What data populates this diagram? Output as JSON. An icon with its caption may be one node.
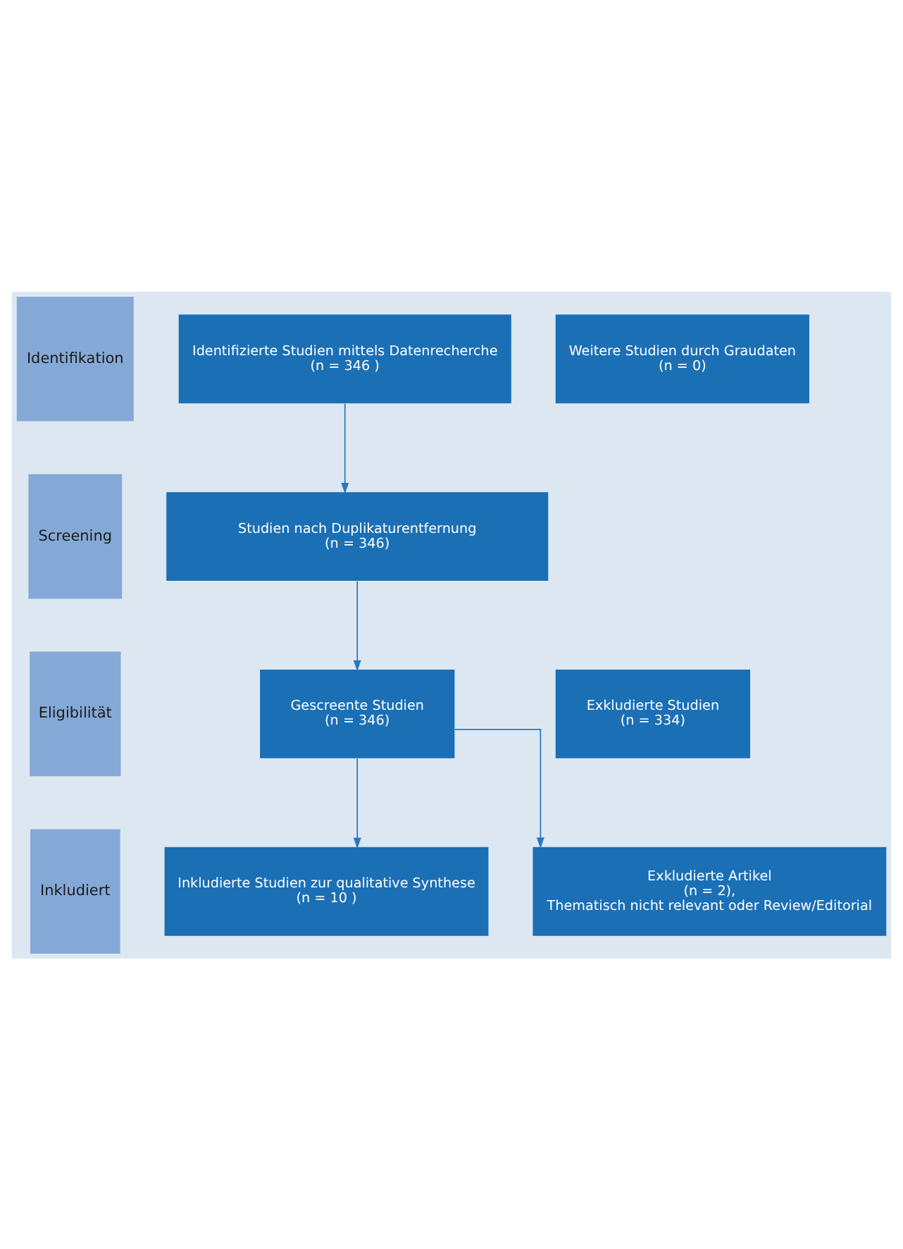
{
  "diagram": {
    "nodes": [
      {
        "text": [
          "Identifikation"
        ]
      },
      {
        "text": [
          "Identifizierte Studien mittels Datenrecherche",
          "(n = 346 )"
        ]
      },
      {
        "text": [
          "Weitere Studien durch Graudaten",
          "(n = 0)"
        ]
      },
      {
        "text": [
          "Screening"
        ]
      },
      {
        "text": [
          "Studien nach Duplikaturentfernung",
          "(n = 346)"
        ]
      },
      {
        "text": [
          "Eligibilität"
        ]
      },
      {
        "text": [
          "Gescreente Studien",
          "(n = 346)"
        ]
      },
      {
        "text": [
          "Exkludierte Studien",
          "(n = 334)"
        ]
      },
      {
        "text": [
          "Inkludiert"
        ]
      },
      {
        "text": [
          "Inkludierte Studien zur qualitative Synthese",
          "(n = 10 )"
        ]
      },
      {
        "text": [
          "Exkludierte Artikel",
          "(n = 2),",
          "Thematisch nicht relevant oder Review/Editorial"
        ]
      }
    ],
    "edges": [
      {
        "from": 1,
        "to": 4,
        "arrow": "to"
      },
      {
        "from": 4,
        "to": 6,
        "arrow": "to"
      },
      {
        "from": 6,
        "to": 9,
        "arrow": "to"
      },
      {
        "from": 6,
        "to": 10,
        "arrow": "to"
      }
    ]
  }
}
